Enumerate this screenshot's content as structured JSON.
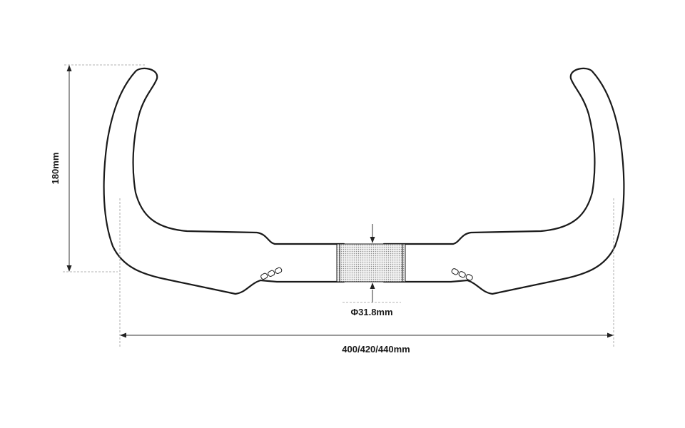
{
  "dimensions": {
    "height_label": "180mm",
    "width_label": "400/420/440mm",
    "clamp_diameter_label": "Φ31.8mm"
  }
}
